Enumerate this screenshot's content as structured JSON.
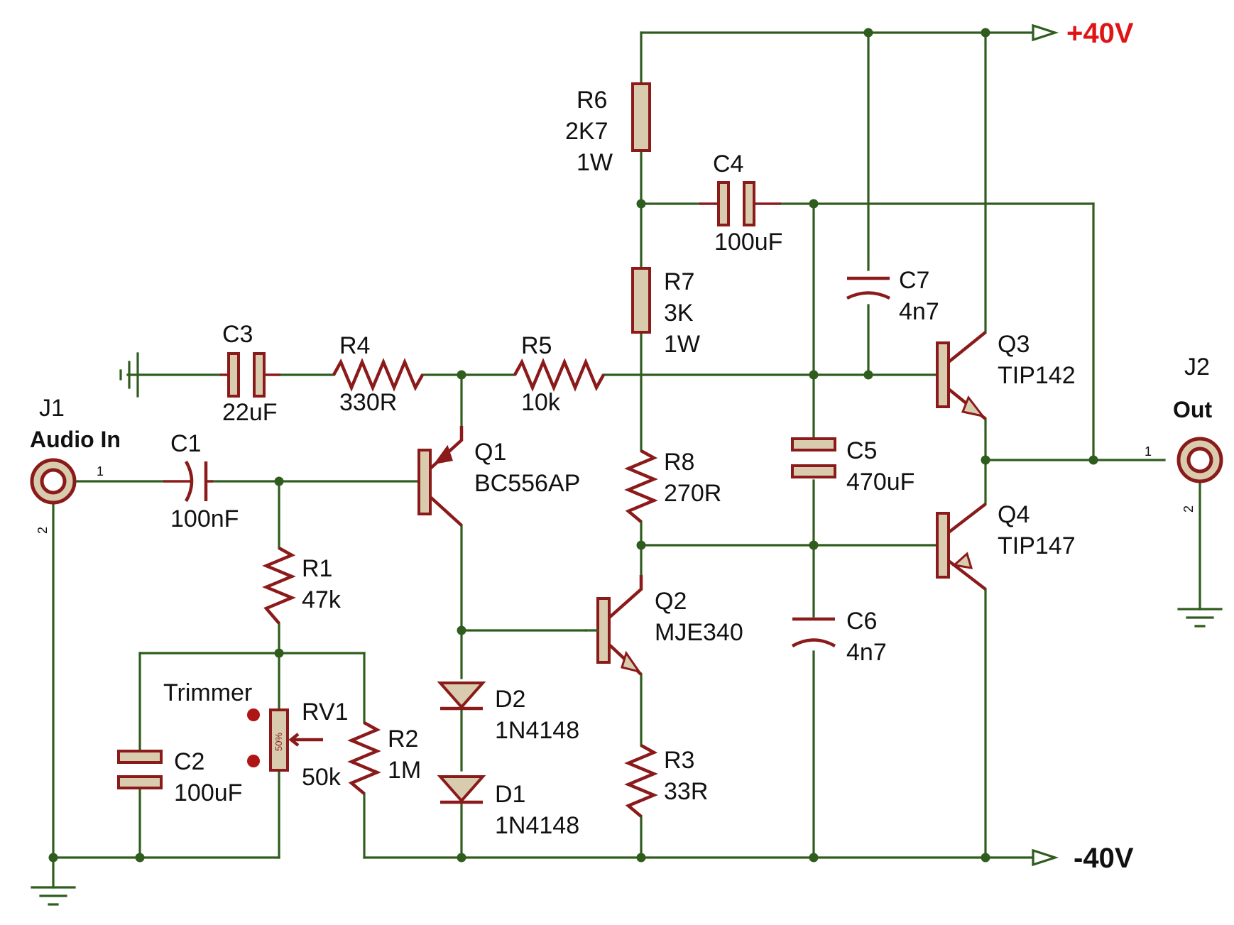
{
  "rails": {
    "positive": "+40V",
    "negative": "-40V"
  },
  "connectors": {
    "j1": {
      "ref": "J1",
      "name": "Audio In",
      "pin1": "1",
      "pin2": "2"
    },
    "j2": {
      "ref": "J2",
      "name": "Out",
      "pin1": "1",
      "pin2": "2"
    }
  },
  "resistors": {
    "r1": {
      "ref": "R1",
      "value": "47k"
    },
    "r2": {
      "ref": "R2",
      "value": "1M"
    },
    "r3": {
      "ref": "R3",
      "value": "33R"
    },
    "r4": {
      "ref": "R4",
      "value": "330R"
    },
    "r5": {
      "ref": "R5",
      "value": "10k"
    },
    "r6": {
      "ref": "R6",
      "value": "2K7",
      "power": "1W"
    },
    "r7": {
      "ref": "R7",
      "value": "3K",
      "power": "1W"
    },
    "r8": {
      "ref": "R8",
      "value": "270R"
    }
  },
  "capacitors": {
    "c1": {
      "ref": "C1",
      "value": "100nF"
    },
    "c2": {
      "ref": "C2",
      "value": "100uF"
    },
    "c3": {
      "ref": "C3",
      "value": "22uF"
    },
    "c4": {
      "ref": "C4",
      "value": "100uF"
    },
    "c5": {
      "ref": "C5",
      "value": "470uF"
    },
    "c6": {
      "ref": "C6",
      "value": "4n7"
    },
    "c7": {
      "ref": "C7",
      "value": "4n7"
    }
  },
  "transistors": {
    "q1": {
      "ref": "Q1",
      "part": "BC556AP"
    },
    "q2": {
      "ref": "Q2",
      "part": "MJE340"
    },
    "q3": {
      "ref": "Q3",
      "part": "TIP142"
    },
    "q4": {
      "ref": "Q4",
      "part": "TIP147"
    }
  },
  "diodes": {
    "d1": {
      "ref": "D1",
      "part": "1N4148"
    },
    "d2": {
      "ref": "D2",
      "part": "1N4148"
    }
  },
  "trimmer": {
    "label": "Trimmer",
    "ref": "RV1",
    "value": "50k",
    "position": "50%"
  },
  "colors": {
    "wire": "#2f5d1e",
    "component": "#8b1a1a",
    "body_fill": "#d9ccae",
    "rail_positive": "#e01414"
  }
}
